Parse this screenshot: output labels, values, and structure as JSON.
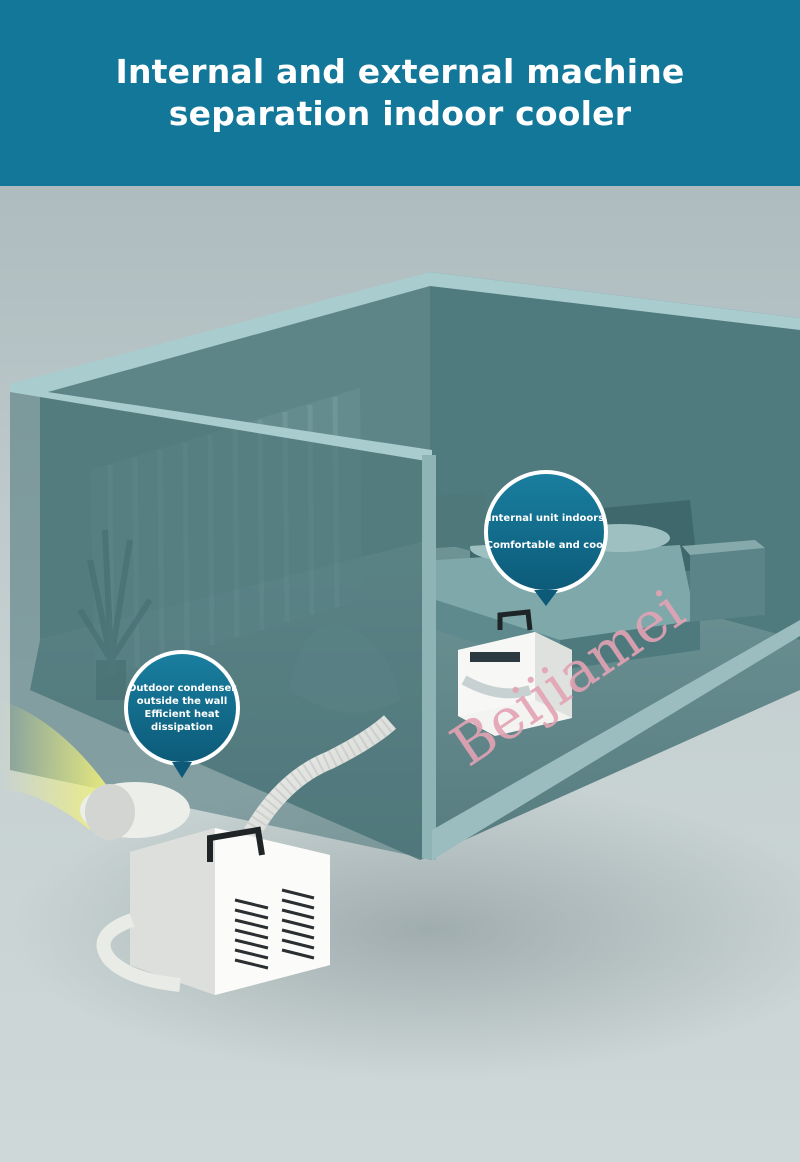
{
  "banner": {
    "title_line1": "Internal and external machine",
    "title_line2": "separation indoor cooler",
    "background_color": "#13779a"
  },
  "scene": {
    "indoor_callout": {
      "line1": "Internal unit indoors",
      "line2": "Comfortable and cool"
    },
    "outdoor_callout": {
      "line1": "Outdoor condenser",
      "line2": "outside the wall",
      "line3": "Efficient heat",
      "line4": "dissipation"
    },
    "watermark_text": "Beijiamei"
  }
}
